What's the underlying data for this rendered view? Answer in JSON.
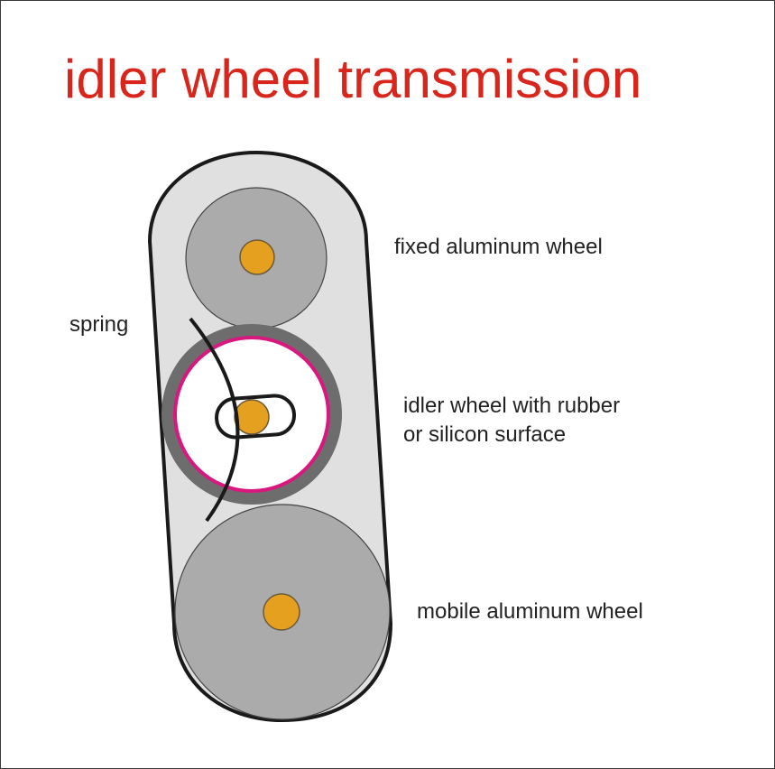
{
  "title": "idler wheel transmission",
  "labels": {
    "fixed_wheel": "fixed aluminum wheel",
    "spring": "spring",
    "idler_line1": "idler wheel with rubber",
    "idler_line2": "or silicon surface",
    "mobile_wheel": "mobile aluminum wheel"
  },
  "colors": {
    "title": "#d9261c",
    "housing_fill": "#e0e0e0",
    "wheel_fill": "#ababab",
    "axle_fill": "#e6a020",
    "rubber_ring": "#6d6d6d",
    "silicon_ring": "#d8187f",
    "outline": "#1a1a1a"
  }
}
